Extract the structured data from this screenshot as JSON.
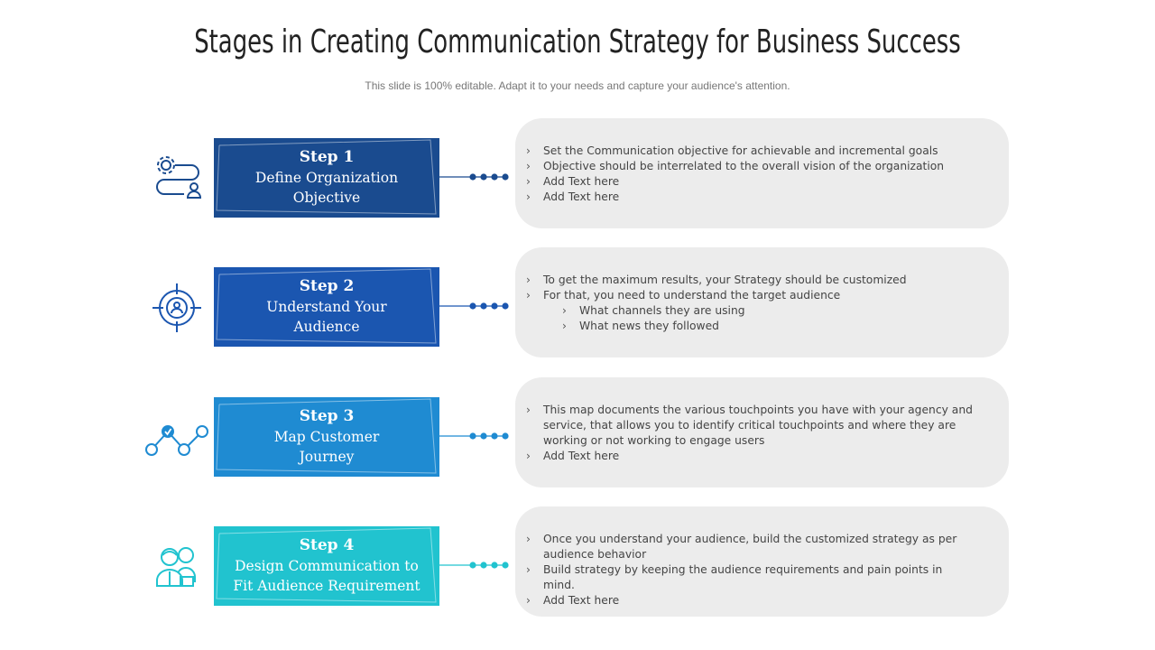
{
  "slide": {
    "title": "Stages in Creating Communication Strategy for Business Success",
    "subtitle": "This slide is 100% editable. Adapt it to your needs and capture your audience's attention."
  },
  "colors": {
    "step1": "#1a4b8f",
    "step2": "#1b56b0",
    "step3": "#1f8bd2",
    "step4": "#21c3cf",
    "card": "#ececec"
  },
  "steps": [
    {
      "label": "Step 1",
      "title_line1": "Define Organization",
      "title_line2": "Objective",
      "icon": "gear-user-path-icon",
      "bullets": [
        "Set the Communication objective for achievable and incremental goals",
        "Objective should be interrelated to the overall vision of the organization",
        "Add Text here",
        "Add Text here"
      ]
    },
    {
      "label": "Step 2",
      "title_line1": "Understand Your",
      "title_line2": "Audience",
      "icon": "target-user-icon",
      "bullets": [
        "To get the maximum results, your Strategy should be customized",
        "For that, you need to understand the target audience"
      ],
      "sub_bullets": [
        "What channels they are using",
        "What news they followed"
      ]
    },
    {
      "label": "Step 3",
      "title_line1": "Map Customer",
      "title_line2": "Journey",
      "icon": "journey-map-icon",
      "bullets": [
        "This map documents the various touchpoints you have with your agency and",
        "service, that allows you to identify critical touchpoints and where they are",
        "working or not working to engage users",
        "Add Text here"
      ]
    },
    {
      "label": "Step 4",
      "title_line1": "Design Communication to",
      "title_line2": "Fit Audience Requirement",
      "icon": "audience-group-icon",
      "bullets": [
        "Once you understand your audience, build the customized strategy as per",
        "audience behavior",
        "Build strategy by keeping the audience requirements and pain points in mind.",
        "Add Text here"
      ]
    }
  ]
}
